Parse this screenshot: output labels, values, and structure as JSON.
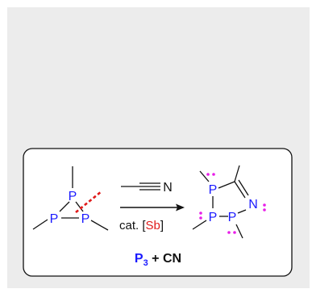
{
  "colors": {
    "panel_bg": "#ececec",
    "box_bg": "#ffffff",
    "atom_blue": "#1a1aff",
    "ink": "#111111",
    "break_red": "#e01a1a",
    "lone_pair_magenta": "#e81ee8",
    "sb_red": "#e01a1a"
  },
  "reactant": {
    "atoms": [
      "P",
      "P",
      "P"
    ]
  },
  "reagent": {
    "nitrile_atom": "N",
    "condition_prefix": "cat. [",
    "catalyst": "Sb",
    "condition_suffix": "]"
  },
  "product": {
    "atoms": [
      "P",
      "P",
      "P",
      "N"
    ]
  },
  "caption": {
    "p": "P",
    "sub3": "3",
    "rest": " + CN"
  }
}
